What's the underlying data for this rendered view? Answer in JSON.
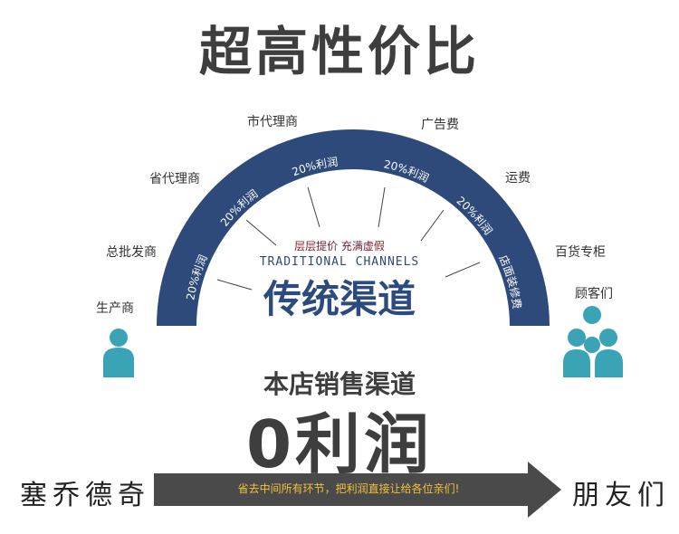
{
  "title": "超高性价比",
  "stages": [
    {
      "label": "生产商"
    },
    {
      "label": "总批发商"
    },
    {
      "label": "省代理商"
    },
    {
      "label": "市代理商"
    },
    {
      "label": "广告费"
    },
    {
      "label": "运费"
    },
    {
      "label": "百货专柜"
    },
    {
      "label": "顾客们"
    }
  ],
  "arc_segments": [
    {
      "label": "20%利润"
    },
    {
      "label": "20%利润"
    },
    {
      "label": "20%利润"
    },
    {
      "label": "20%利润"
    },
    {
      "label": "20%利润"
    },
    {
      "label": "店面装修费"
    }
  ],
  "inner": {
    "note": "层层提价 充满虚假",
    "english": "TRADITIONAL CHANNELS",
    "chinese": "传统渠道"
  },
  "subtitle": "本店销售渠道",
  "zero_profit": "0利润",
  "arrow_text": "省去中间所有环节，把利润直接让给各位亲们!",
  "brand": "塞乔德奇",
  "friends": "朋友们",
  "colors": {
    "arc": "#2e4a7a",
    "person": "#3aa3b6",
    "arrow": "#4a4a4a",
    "arrow_text": "#f2c23a"
  },
  "icons": {
    "producer": "person-icon",
    "customers": "group-icon"
  }
}
